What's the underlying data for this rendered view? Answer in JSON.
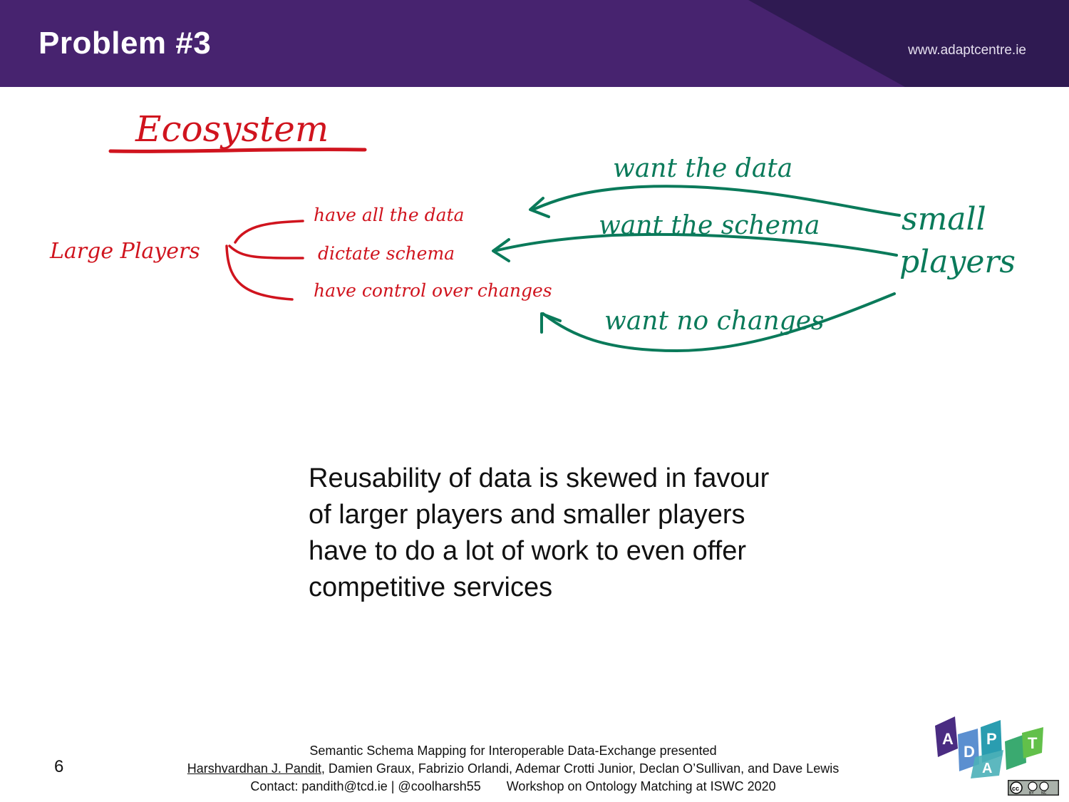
{
  "header": {
    "title": "Problem #3",
    "website": "www.adaptcentre.ie"
  },
  "sketch": {
    "heading": "Ecosystem",
    "large_players": "Large Players",
    "large_actions": [
      "have all the data",
      "dictate schema",
      "have control over changes"
    ],
    "small_players": [
      "small",
      "players"
    ],
    "small_wants": [
      "want the data",
      "want the schema",
      "want no changes"
    ],
    "colors": {
      "red": "#d0141e",
      "green": "#0a7a5a"
    }
  },
  "body": {
    "lines": [
      "Reusability of data is skewed in favour",
      "of larger players and smaller players",
      "have to do a lot of work to even offer",
      "competitive services"
    ]
  },
  "footer": {
    "slide_number": "6",
    "line1": "Semantic Schema Mapping for Interoperable Data-Exchange presented",
    "author_link": "Harshvardhan J. Pandit",
    "authors_rest": ", Damien Graux, Fabrizio Orlandi, Ademar Crotti Junior, Declan O’Sullivan, and Dave Lewis",
    "contact": "Contact: pandith@tcd.ie | @coolharsh55",
    "venue": "Workshop on Ontology Matching at ISWC 2020"
  },
  "logo": {
    "letters": [
      "A",
      "D",
      "P",
      "A",
      "T"
    ]
  },
  "license": {
    "badge": "cc",
    "terms": [
      "BY",
      "NC"
    ]
  }
}
